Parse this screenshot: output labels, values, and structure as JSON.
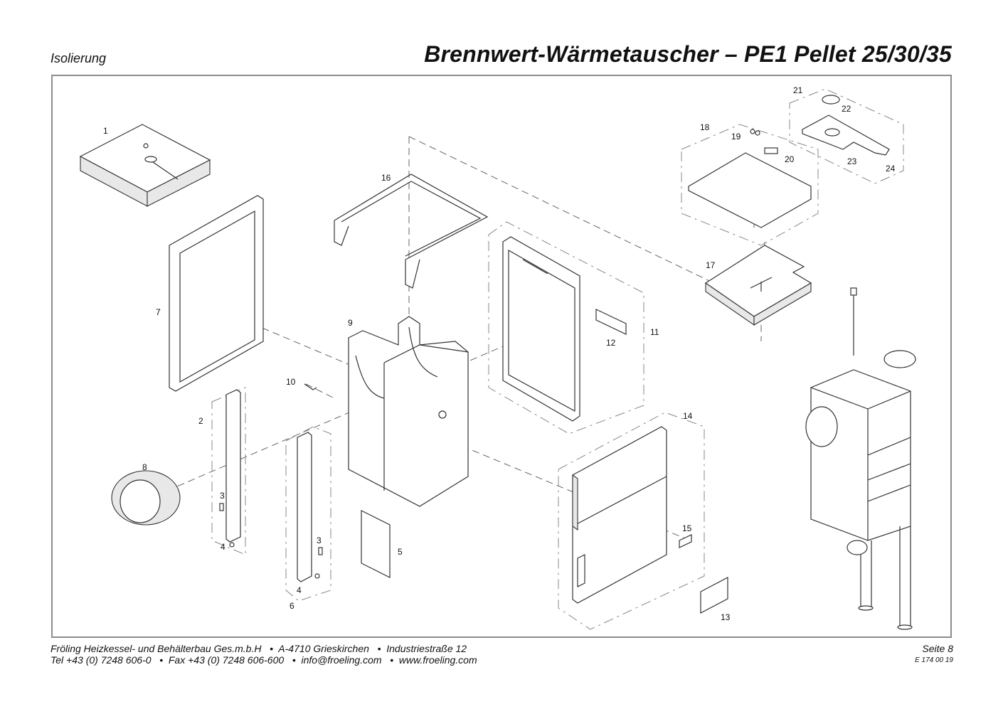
{
  "header": {
    "section": "Isolierung",
    "title": "Brennwert-Wärmetauscher – PE1 Pellet 25/30/35"
  },
  "parts": {
    "p1": "1",
    "p2": "2",
    "p3a": "3",
    "p3b": "3",
    "p4a": "4",
    "p4b": "4",
    "p5": "5",
    "p6": "6",
    "p7": "7",
    "p8": "8",
    "p9": "9",
    "p10": "10",
    "p11": "11",
    "p12": "12",
    "p13": "13",
    "p14": "14",
    "p15": "15",
    "p16": "16",
    "p17": "17",
    "p18": "18",
    "p19": "19",
    "p20": "20",
    "p21": "21",
    "p22": "22",
    "p23": "23",
    "p24": "24"
  },
  "footer": {
    "line1": "Fröling Heizkessel- und Behälterbau Ges.m.b.H   •  A-4710 Grieskirchen   •  Industriestraße 12",
    "line2": "Tel +43 (0) 7248 606-0   •  Fax +43 (0) 7248 606-600   •  info@froeling.com   •  www.froeling.com",
    "page": "Seite 8",
    "doc_number": "E 174 00 19"
  }
}
